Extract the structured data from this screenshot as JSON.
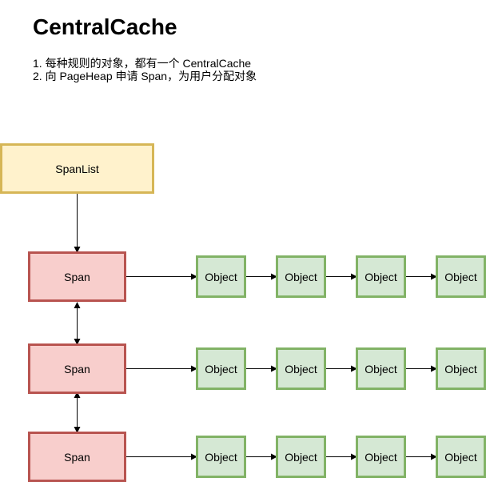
{
  "title": "CentralCache",
  "description": [
    "1. 每种规则的对象，都有一个 CentralCache",
    "2. 向 PageHeap 申请 Span，为用户分配对象"
  ],
  "diagram": {
    "spanlist_label": "SpanList",
    "span_label": "Span",
    "object_label": "Object",
    "spans": [
      {
        "objects": [
          "Object",
          "Object",
          "Object",
          "Object"
        ]
      },
      {
        "objects": [
          "Object",
          "Object",
          "Object",
          "Object"
        ]
      },
      {
        "objects": [
          "Object",
          "Object",
          "Object",
          "Object"
        ]
      }
    ],
    "colors": {
      "spanlist_fill": "#fff2cc",
      "spanlist_stroke": "#d6b656",
      "span_fill": "#f8cecc",
      "span_stroke": "#b85450",
      "object_fill": "#d5e8d4",
      "object_stroke": "#82b366",
      "edge": "#000000"
    }
  }
}
